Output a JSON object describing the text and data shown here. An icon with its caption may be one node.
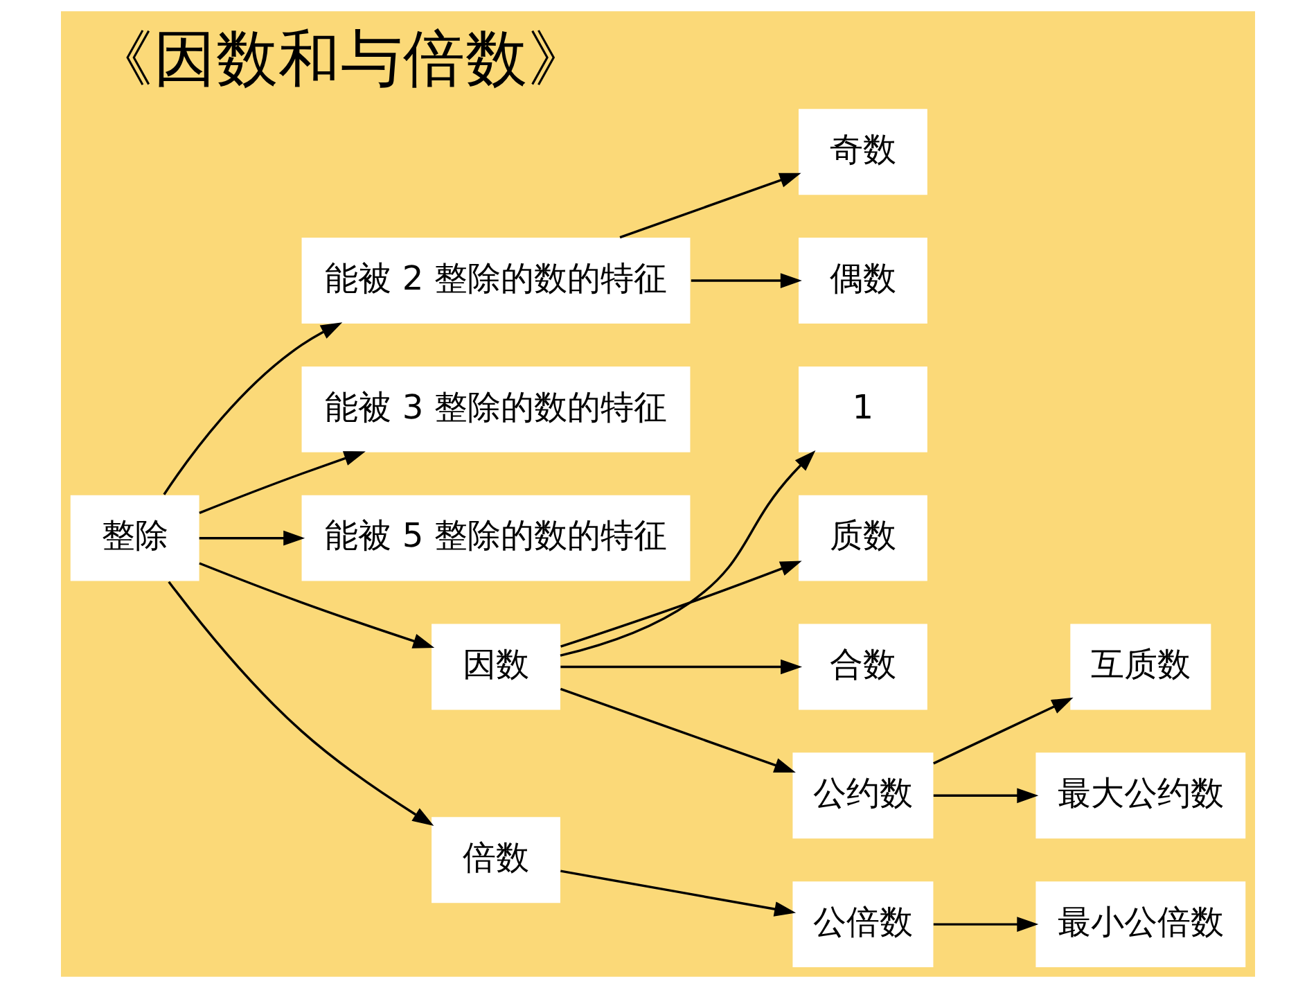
{
  "diagram": {
    "title": "《因数和与倍数》",
    "nodes": [
      {
        "text": [
          "整除"
        ]
      },
      {
        "text": [
          "能被 2 整除的数的特征"
        ]
      },
      {
        "text": [
          "奇数"
        ]
      },
      {
        "text": [
          "偶数"
        ]
      },
      {
        "text": [
          "能被 3 整除的数的特征"
        ]
      },
      {
        "text": [
          "能被 5 整除的数的特征"
        ]
      },
      {
        "text": [
          "1"
        ]
      },
      {
        "text": [
          "因数"
        ]
      },
      {
        "text": [
          "质数"
        ]
      },
      {
        "text": [
          "合数"
        ]
      },
      {
        "text": [
          "公约数"
        ]
      },
      {
        "text": [
          "互质数"
        ]
      },
      {
        "text": [
          "最大公约数"
        ]
      },
      {
        "text": [
          "倍数"
        ]
      },
      {
        "text": [
          "公倍数"
        ]
      },
      {
        "text": [
          "最小公倍数"
        ]
      }
    ],
    "edges": [
      {
        "from": 0,
        "to": 1,
        "arrow": "to"
      },
      {
        "from": 1,
        "to": 2,
        "arrow": "to"
      },
      {
        "from": 1,
        "to": 3,
        "arrow": "to"
      },
      {
        "from": 0,
        "to": 4,
        "arrow": "to"
      },
      {
        "from": 0,
        "to": 5,
        "arrow": "to"
      },
      {
        "from": 0,
        "to": 7,
        "arrow": "to"
      },
      {
        "from": 7,
        "to": 6,
        "arrow": "to"
      },
      {
        "from": 7,
        "to": 8,
        "arrow": "to"
      },
      {
        "from": 7,
        "to": 9,
        "arrow": "to"
      },
      {
        "from": 7,
        "to": 10,
        "arrow": "to"
      },
      {
        "from": 10,
        "to": 11,
        "arrow": "to"
      },
      {
        "from": 10,
        "to": 12,
        "arrow": "to"
      },
      {
        "from": 0,
        "to": 13,
        "arrow": "to"
      },
      {
        "from": 13,
        "to": 14,
        "arrow": "to"
      },
      {
        "from": 14,
        "to": 15,
        "arrow": "to"
      }
    ]
  }
}
